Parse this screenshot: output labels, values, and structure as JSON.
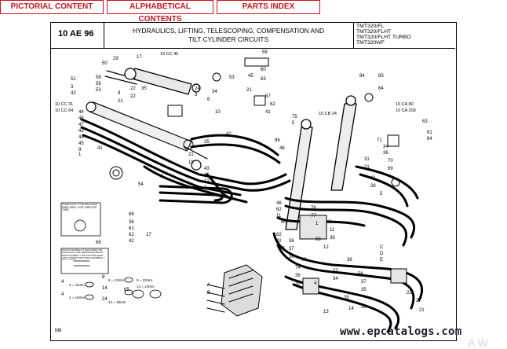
{
  "nav": {
    "tabs": [
      {
        "label": "PICTORIAL CONTENT"
      },
      {
        "label": "ALPHABETICAL CONTENTS"
      },
      {
        "label": "PARTS INDEX"
      }
    ],
    "accent_color": "#c8141e"
  },
  "header": {
    "doc_number": "10 AE 96",
    "title_line1": "HYDRAULICS, LIFTING, TELESCOPING, COMPENSATION AND",
    "title_line2": "TILT CYLINDER CIRCUITS",
    "models": [
      "TMT320/FL",
      "TMT320/FLHT",
      "TMT320/FLHT TURBO",
      "TMT320WF"
    ]
  },
  "diagram": {
    "refs": [
      "10 CC 40",
      "10 CC 31",
      "10 CC 64",
      "10 CB 24",
      "10 CA 80",
      "10 CA 209"
    ],
    "notes": [
      "POUR FUYE / POR RACCORD PARA TUBO / FOR TUBE PER TUBO",
      "POUR FLEXIBLE ET RACCORD FUR SCHLAUCH UND VERSCHRAUBUNG POR FLEXIBLE Y RACOR FOR HOSE AND CONNECTION PER FLESSIBILE Y RACCORDO"
    ],
    "clip_labels": [
      "4 = 11mm",
      "8 = 13mm",
      "4 = 16mm",
      "24 = 19mm",
      "8 = 22mm",
      "14 = 24mm"
    ],
    "hose_letters": [
      "A",
      "B",
      "C",
      "D",
      "E"
    ]
  },
  "footer": {
    "ref_code": "M8",
    "watermark": "www.epcatalogs.com",
    "watermark_faint": "A W"
  }
}
